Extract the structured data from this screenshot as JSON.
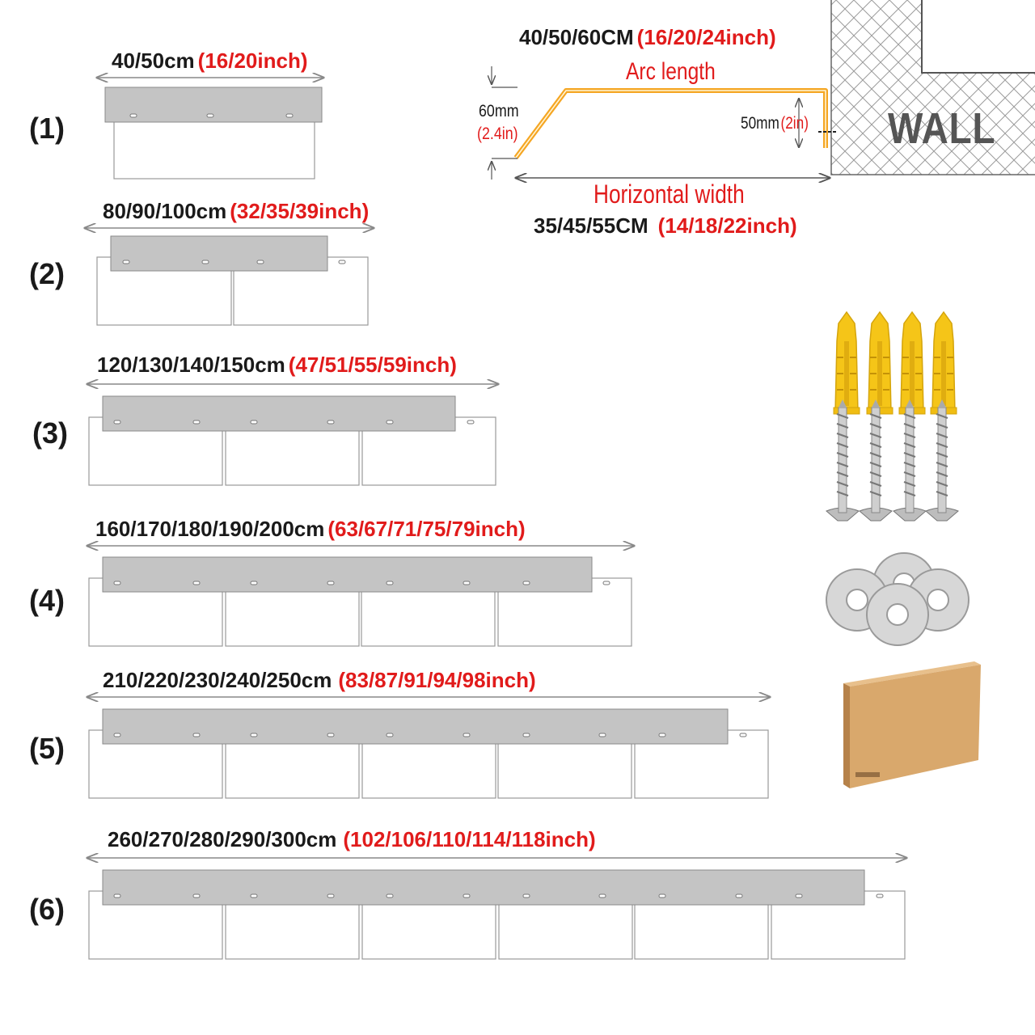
{
  "colors": {
    "cover": "#c4c4c4",
    "cover_border": "#8a8a8a",
    "panel_border": "#9a9a9a",
    "arrow": "#888888",
    "red_text": "#e11b1b",
    "profile_orange": "#f5a623",
    "wall_hatch": "#9b9b9b",
    "anchor_yellow": "#f5c518",
    "washer_gray": "#d7d7d7",
    "box_brown": "#d9a86c"
  },
  "rows": [
    {
      "label": "(1)",
      "size": "40/50cm",
      "inch": "(16/20inch)",
      "panels": 1
    },
    {
      "label": "(2)",
      "size": "80/90/100cm",
      "inch": "(32/35/39inch)",
      "panels": 2
    },
    {
      "label": "(3)",
      "size": "120/130/140/150cm",
      "inch": "(47/51/55/59inch)",
      "panels": 3
    },
    {
      "label": "(4)",
      "size": "160/170/180/190/200cm",
      "inch": "(63/67/71/75/79inch)",
      "panels": 4
    },
    {
      "label": "(5)",
      "size": "210/220/230/240/250cm",
      "inch": "(83/87/91/94/98inch)",
      "panels": 5
    },
    {
      "label": "(6)",
      "size": "260/270/280/290/300cm",
      "inch": "(102/106/110/114/118inch)",
      "panels": 6
    }
  ],
  "profile": {
    "arc_size": "40/50/60CM",
    "arc_size_inch": "(16/20/24inch)",
    "arc_label": "Arc length",
    "height_mm": "60mm",
    "height_in": "(2.4in)",
    "lip_mm": "50mm",
    "lip_in": "(2in)",
    "wall_label": "WALL",
    "width_label": "Horizontal width",
    "width_size": "35/45/55CM",
    "width_size_inch": "(14/18/22inch)"
  },
  "accessories": {
    "anchors": [
      "wall-anchor",
      "wall-anchor",
      "wall-anchor",
      "wall-anchor"
    ],
    "screws": [
      "screw",
      "screw",
      "screw",
      "screw"
    ],
    "washers": [
      "washer",
      "washer",
      "washer",
      "washer"
    ],
    "package": "cardboard-box"
  }
}
